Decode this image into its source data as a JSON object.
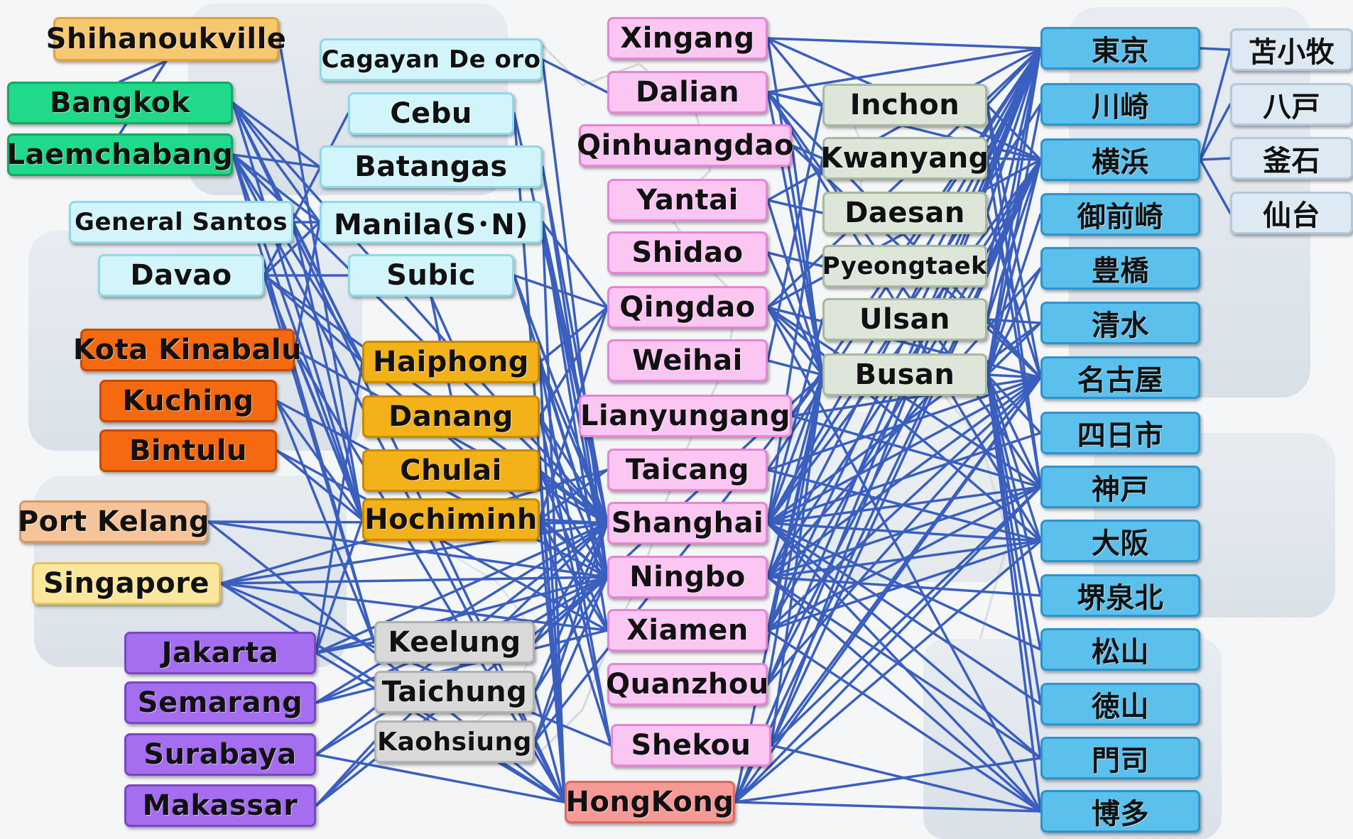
{
  "diagram": {
    "line_color": "#3a5fbf",
    "groups": {
      "cambodia": {
        "color": "#f7c870",
        "border": "#e0a53a"
      },
      "thailand": {
        "color": "#21d98a",
        "border": "#14a864"
      },
      "philippines": {
        "color": "#d2f5fb",
        "border": "#8fd9ea"
      },
      "malaysia_east": {
        "color": "#f56a10",
        "border": "#c64b00"
      },
      "vietnam": {
        "color": "#f3b21a",
        "border": "#c88a00"
      },
      "malaysia_west": {
        "color": "#f5c49a",
        "border": "#d69a60"
      },
      "singapore": {
        "color": "#fbe79c",
        "border": "#e6c35a"
      },
      "indonesia": {
        "color": "#a56ef0",
        "border": "#7a45c8"
      },
      "taiwan": {
        "color": "#d9d9d9",
        "border": "#b0b0b0"
      },
      "china": {
        "color": "#fbc6f2",
        "border": "#e585d6"
      },
      "hongkong": {
        "color": "#f79a96",
        "border": "#d96a66"
      },
      "korea": {
        "color": "#dde6d8",
        "border": "#a8b8a0"
      },
      "japan": {
        "color": "#5cc0ec",
        "border": "#2b95cf"
      },
      "japan_feeder": {
        "color": "#dde9f3",
        "border": "#b3c8da"
      }
    },
    "ports": {
      "shihanoukville": "Shihanoukville",
      "bangkok": "Bangkok",
      "laemchabang": "Laemchabang",
      "cagayan": "Cagayan De oro",
      "cebu": "Cebu",
      "batangas": "Batangas",
      "general_santos": "General Santos",
      "manila": "Manila(S･N)",
      "davao": "Davao",
      "subic": "Subic",
      "kota_kinabalu": "Kota Kinabalu",
      "kuching": "Kuching",
      "bintulu": "Bintulu",
      "haiphong": "Haiphong",
      "danang": "Danang",
      "chulai": "Chulai",
      "hochiminh": "Hochiminh",
      "port_kelang": "Port Kelang",
      "singapore": "Singapore",
      "jakarta": "Jakarta",
      "semarang": "Semarang",
      "surabaya": "Surabaya",
      "makassar": "Makassar",
      "keelung": "Keelung",
      "taichung": "Taichung",
      "kaohsiung": "Kaohsiung",
      "xingang": "Xingang",
      "dalian": "Dalian",
      "qinhuangdao": "Qinhuangdao",
      "yantai": "Yantai",
      "shidao": "Shidao",
      "qingdao": "Qingdao",
      "weihai": "Weihai",
      "lianyungang": "Lianyungang",
      "taicang": "Taicang",
      "shanghai": "Shanghai",
      "ningbo": "Ningbo",
      "xiamen": "Xiamen",
      "quanzhou": "Quanzhou",
      "shekou": "Shekou",
      "hongkong": "HongKong",
      "inchon": "Inchon",
      "kwanyang": "Kwanyang",
      "daesan": "Daesan",
      "pyeongtaek": "Pyeongtaek",
      "ulsan": "Ulsan",
      "busan": "Busan",
      "tokyo": "東京",
      "kawasaki": "川崎",
      "yokohama": "横浜",
      "omaezaki": "御前崎",
      "toyohashi": "豊橋",
      "shimizu": "清水",
      "nagoya": "名古屋",
      "yokkaichi": "四日市",
      "kobe": "神戸",
      "osaka": "大阪",
      "sakaisenboku": "堺泉北",
      "matsuyama": "松山",
      "tokuyama": "徳山",
      "moji": "門司",
      "hakata": "博多",
      "tomakomai": "苫小牧",
      "hachinohe": "八戸",
      "kamaishi": "釜石",
      "sendai": "仙台"
    },
    "connections": [
      [
        "shihanoukville",
        "bangkok"
      ],
      [
        "shihanoukville",
        "hochiminh"
      ],
      [
        "shihanoukville",
        "laemchabang"
      ],
      [
        "bangkok",
        "hochiminh"
      ],
      [
        "bangkok",
        "haiphong"
      ],
      [
        "bangkok",
        "manila"
      ],
      [
        "bangkok",
        "batangas"
      ],
      [
        "bangkok",
        "hongkong"
      ],
      [
        "bangkok",
        "shanghai"
      ],
      [
        "laemchabang",
        "hochiminh"
      ],
      [
        "laemchabang",
        "manila"
      ],
      [
        "laemchabang",
        "haiphong"
      ],
      [
        "laemchabang",
        "batangas"
      ],
      [
        "laemchabang",
        "keelung"
      ],
      [
        "laemchabang",
        "hongkong"
      ],
      [
        "laemchabang",
        "shanghai"
      ],
      [
        "cagayan",
        "dalian"
      ],
      [
        "cagayan",
        "ningbo"
      ],
      [
        "cebu",
        "davao"
      ],
      [
        "cebu",
        "shanghai"
      ],
      [
        "cebu",
        "hongkong"
      ],
      [
        "batangas",
        "shanghai"
      ],
      [
        "batangas",
        "ningbo"
      ],
      [
        "general_santos",
        "manila"
      ],
      [
        "general_santos",
        "hochiminh"
      ],
      [
        "general_santos",
        "haiphong"
      ],
      [
        "manila",
        "qingdao"
      ],
      [
        "manila",
        "shanghai"
      ],
      [
        "manila",
        "ningbo"
      ],
      [
        "manila",
        "xiamen"
      ],
      [
        "manila",
        "hongkong"
      ],
      [
        "manila",
        "davao"
      ],
      [
        "davao",
        "shanghai"
      ],
      [
        "davao",
        "ningbo"
      ],
      [
        "davao",
        "keelung"
      ],
      [
        "davao",
        "hochiminh"
      ],
      [
        "davao",
        "subic"
      ],
      [
        "subic",
        "shanghai"
      ],
      [
        "subic",
        "ningbo"
      ],
      [
        "subic",
        "qingdao"
      ],
      [
        "subic",
        "haiphong"
      ],
      [
        "subic",
        "danang"
      ],
      [
        "kota_kinabalu",
        "hochiminh"
      ],
      [
        "kota_kinabalu",
        "hongkong"
      ],
      [
        "kota_kinabalu",
        "shanghai"
      ],
      [
        "kota_kinabalu",
        "manila"
      ],
      [
        "kuching",
        "hochiminh"
      ],
      [
        "kuching",
        "ningbo"
      ],
      [
        "kuching",
        "keelung"
      ],
      [
        "bintulu",
        "hochiminh"
      ],
      [
        "bintulu",
        "xiamen"
      ],
      [
        "haiphong",
        "shanghai"
      ],
      [
        "haiphong",
        "ningbo"
      ],
      [
        "haiphong",
        "qingdao"
      ],
      [
        "haiphong",
        "shekou"
      ],
      [
        "haiphong",
        "hongkong"
      ],
      [
        "danang",
        "shanghai"
      ],
      [
        "danang",
        "ningbo"
      ],
      [
        "danang",
        "qingdao"
      ],
      [
        "danang",
        "shekou"
      ],
      [
        "chulai",
        "shanghai"
      ],
      [
        "chulai",
        "ningbo"
      ],
      [
        "chulai",
        "xiamen"
      ],
      [
        "chulai",
        "hongkong"
      ],
      [
        "hochiminh",
        "shanghai"
      ],
      [
        "hochiminh",
        "ningbo"
      ],
      [
        "hochiminh",
        "shekou"
      ],
      [
        "hochiminh",
        "xiamen"
      ],
      [
        "hochiminh",
        "hongkong"
      ],
      [
        "hochiminh",
        "taicang"
      ],
      [
        "hochiminh",
        "qingdao"
      ],
      [
        "port_kelang",
        "shanghai"
      ],
      [
        "port_kelang",
        "ningbo"
      ],
      [
        "port_kelang",
        "hongkong"
      ],
      [
        "singapore",
        "shanghai"
      ],
      [
        "singapore",
        "ningbo"
      ],
      [
        "singapore",
        "xiamen"
      ],
      [
        "singapore",
        "hongkong"
      ],
      [
        "singapore",
        "shekou"
      ],
      [
        "singapore",
        "taicang"
      ],
      [
        "jakarta",
        "shanghai"
      ],
      [
        "jakarta",
        "ningbo"
      ],
      [
        "jakarta",
        "hochiminh"
      ],
      [
        "jakarta",
        "keelung"
      ],
      [
        "jakarta",
        "hongkong"
      ],
      [
        "jakarta",
        "haiphong"
      ],
      [
        "semarang",
        "shanghai"
      ],
      [
        "semarang",
        "ningbo"
      ],
      [
        "semarang",
        "xiamen"
      ],
      [
        "surabaya",
        "shanghai"
      ],
      [
        "surabaya",
        "ningbo"
      ],
      [
        "surabaya",
        "hongkong"
      ],
      [
        "makassar",
        "shanghai"
      ],
      [
        "makassar",
        "kaohsiung"
      ],
      [
        "makassar",
        "ningbo"
      ],
      [
        "keelung",
        "shanghai"
      ],
      [
        "keelung",
        "ningbo"
      ],
      [
        "keelung",
        "busan"
      ],
      [
        "taichung",
        "shanghai"
      ],
      [
        "taichung",
        "hongkong"
      ],
      [
        "taichung",
        "ningbo"
      ],
      [
        "kaohsiung",
        "shanghai"
      ],
      [
        "kaohsiung",
        "ningbo"
      ],
      [
        "kaohsiung",
        "busan"
      ],
      [
        "kaohsiung",
        "hongkong"
      ],
      [
        "xingang",
        "tokyo"
      ],
      [
        "xingang",
        "yokohama"
      ],
      [
        "xingang",
        "busan"
      ],
      [
        "xingang",
        "inchon"
      ],
      [
        "dalian",
        "tokyo"
      ],
      [
        "dalian",
        "yokohama"
      ],
      [
        "dalian",
        "nagoya"
      ],
      [
        "dalian",
        "kobe"
      ],
      [
        "dalian",
        "inchon"
      ],
      [
        "dalian",
        "busan"
      ],
      [
        "dalian",
        "osaka"
      ],
      [
        "qinhuangdao",
        "kwanyang"
      ],
      [
        "qinhuangdao",
        "busan"
      ],
      [
        "qinhuangdao",
        "nagoya"
      ],
      [
        "yantai",
        "busan"
      ],
      [
        "yantai",
        "tokyo"
      ],
      [
        "yantai",
        "daesan"
      ],
      [
        "shidao",
        "busan"
      ],
      [
        "shidao",
        "pyeongtaek"
      ],
      [
        "qingdao",
        "tokyo"
      ],
      [
        "qingdao",
        "yokohama"
      ],
      [
        "qingdao",
        "nagoya"
      ],
      [
        "qingdao",
        "kobe"
      ],
      [
        "qingdao",
        "osaka"
      ],
      [
        "qingdao",
        "busan"
      ],
      [
        "qingdao",
        "hakata"
      ],
      [
        "weihai",
        "inchon"
      ],
      [
        "weihai",
        "busan"
      ],
      [
        "lianyungang",
        "tokyo"
      ],
      [
        "lianyungang",
        "nagoya"
      ],
      [
        "lianyungang",
        "busan"
      ],
      [
        "lianyungang",
        "kobe"
      ],
      [
        "taicang",
        "tokyo"
      ],
      [
        "taicang",
        "nagoya"
      ],
      [
        "taicang",
        "osaka"
      ],
      [
        "shanghai",
        "tokyo"
      ],
      [
        "shanghai",
        "yokohama"
      ],
      [
        "shanghai",
        "kawasaki"
      ],
      [
        "shanghai",
        "nagoya"
      ],
      [
        "shanghai",
        "yokkaichi"
      ],
      [
        "shanghai",
        "kobe"
      ],
      [
        "shanghai",
        "osaka"
      ],
      [
        "shanghai",
        "moji"
      ],
      [
        "shanghai",
        "hakata"
      ],
      [
        "shanghai",
        "shimizu"
      ],
      [
        "shanghai",
        "busan"
      ],
      [
        "shanghai",
        "kwanyang"
      ],
      [
        "shanghai",
        "ulsan"
      ],
      [
        "shanghai",
        "matsuyama"
      ],
      [
        "shanghai",
        "tokuyama"
      ],
      [
        "ningbo",
        "tokyo"
      ],
      [
        "ningbo",
        "yokohama"
      ],
      [
        "ningbo",
        "nagoya"
      ],
      [
        "ningbo",
        "kobe"
      ],
      [
        "ningbo",
        "osaka"
      ],
      [
        "ningbo",
        "hakata"
      ],
      [
        "ningbo",
        "busan"
      ],
      [
        "ningbo",
        "sakaisenboku"
      ],
      [
        "ningbo",
        "moji"
      ],
      [
        "ningbo",
        "toyohashi"
      ],
      [
        "xiamen",
        "tokyo"
      ],
      [
        "xiamen",
        "yokohama"
      ],
      [
        "xiamen",
        "nagoya"
      ],
      [
        "xiamen",
        "kobe"
      ],
      [
        "xiamen",
        "osaka"
      ],
      [
        "xiamen",
        "busan"
      ],
      [
        "xiamen",
        "hakata"
      ],
      [
        "quanzhou",
        "tokyo"
      ],
      [
        "quanzhou",
        "yokohama"
      ],
      [
        "quanzhou",
        "busan"
      ],
      [
        "quanzhou",
        "nagoya"
      ],
      [
        "shekou",
        "tokyo"
      ],
      [
        "shekou",
        "yokohama"
      ],
      [
        "shekou",
        "nagoya"
      ],
      [
        "shekou",
        "kobe"
      ],
      [
        "shekou",
        "busan"
      ],
      [
        "shekou",
        "hakata"
      ],
      [
        "hongkong",
        "tokyo"
      ],
      [
        "hongkong",
        "yokohama"
      ],
      [
        "hongkong",
        "nagoya"
      ],
      [
        "hongkong",
        "kobe"
      ],
      [
        "hongkong",
        "osaka"
      ],
      [
        "hongkong",
        "hakata"
      ],
      [
        "hongkong",
        "moji"
      ],
      [
        "hongkong",
        "busan"
      ],
      [
        "inchon",
        "tokyo"
      ],
      [
        "inchon",
        "yokohama"
      ],
      [
        "inchon",
        "nagoya"
      ],
      [
        "inchon",
        "kobe"
      ],
      [
        "kwanyang",
        "tokyo"
      ],
      [
        "kwanyang",
        "yokohama"
      ],
      [
        "kwanyang",
        "kobe"
      ],
      [
        "daesan",
        "tokyo"
      ],
      [
        "daesan",
        "nagoya"
      ],
      [
        "pyeongtaek",
        "tokyo"
      ],
      [
        "pyeongtaek",
        "yokohama"
      ],
      [
        "ulsan",
        "tokyo"
      ],
      [
        "ulsan",
        "yokohama"
      ],
      [
        "ulsan",
        "nagoya"
      ],
      [
        "ulsan",
        "shimizu"
      ],
      [
        "busan",
        "tokyo"
      ],
      [
        "busan",
        "kawasaki"
      ],
      [
        "busan",
        "yokohama"
      ],
      [
        "busan",
        "omaezaki"
      ],
      [
        "busan",
        "toyohashi"
      ],
      [
        "busan",
        "shimizu"
      ],
      [
        "busan",
        "nagoya"
      ],
      [
        "busan",
        "yokkaichi"
      ],
      [
        "busan",
        "kobe"
      ],
      [
        "busan",
        "osaka"
      ],
      [
        "busan",
        "sakaisenboku"
      ],
      [
        "busan",
        "matsuyama"
      ],
      [
        "busan",
        "tokuyama"
      ],
      [
        "busan",
        "moji"
      ],
      [
        "busan",
        "hakata"
      ],
      [
        "yokohama",
        "tomakomai"
      ],
      [
        "yokohama",
        "hachinohe"
      ],
      [
        "yokohama",
        "kamaishi"
      ],
      [
        "yokohama",
        "sendai"
      ],
      [
        "tokyo",
        "tomakomai"
      ]
    ]
  }
}
